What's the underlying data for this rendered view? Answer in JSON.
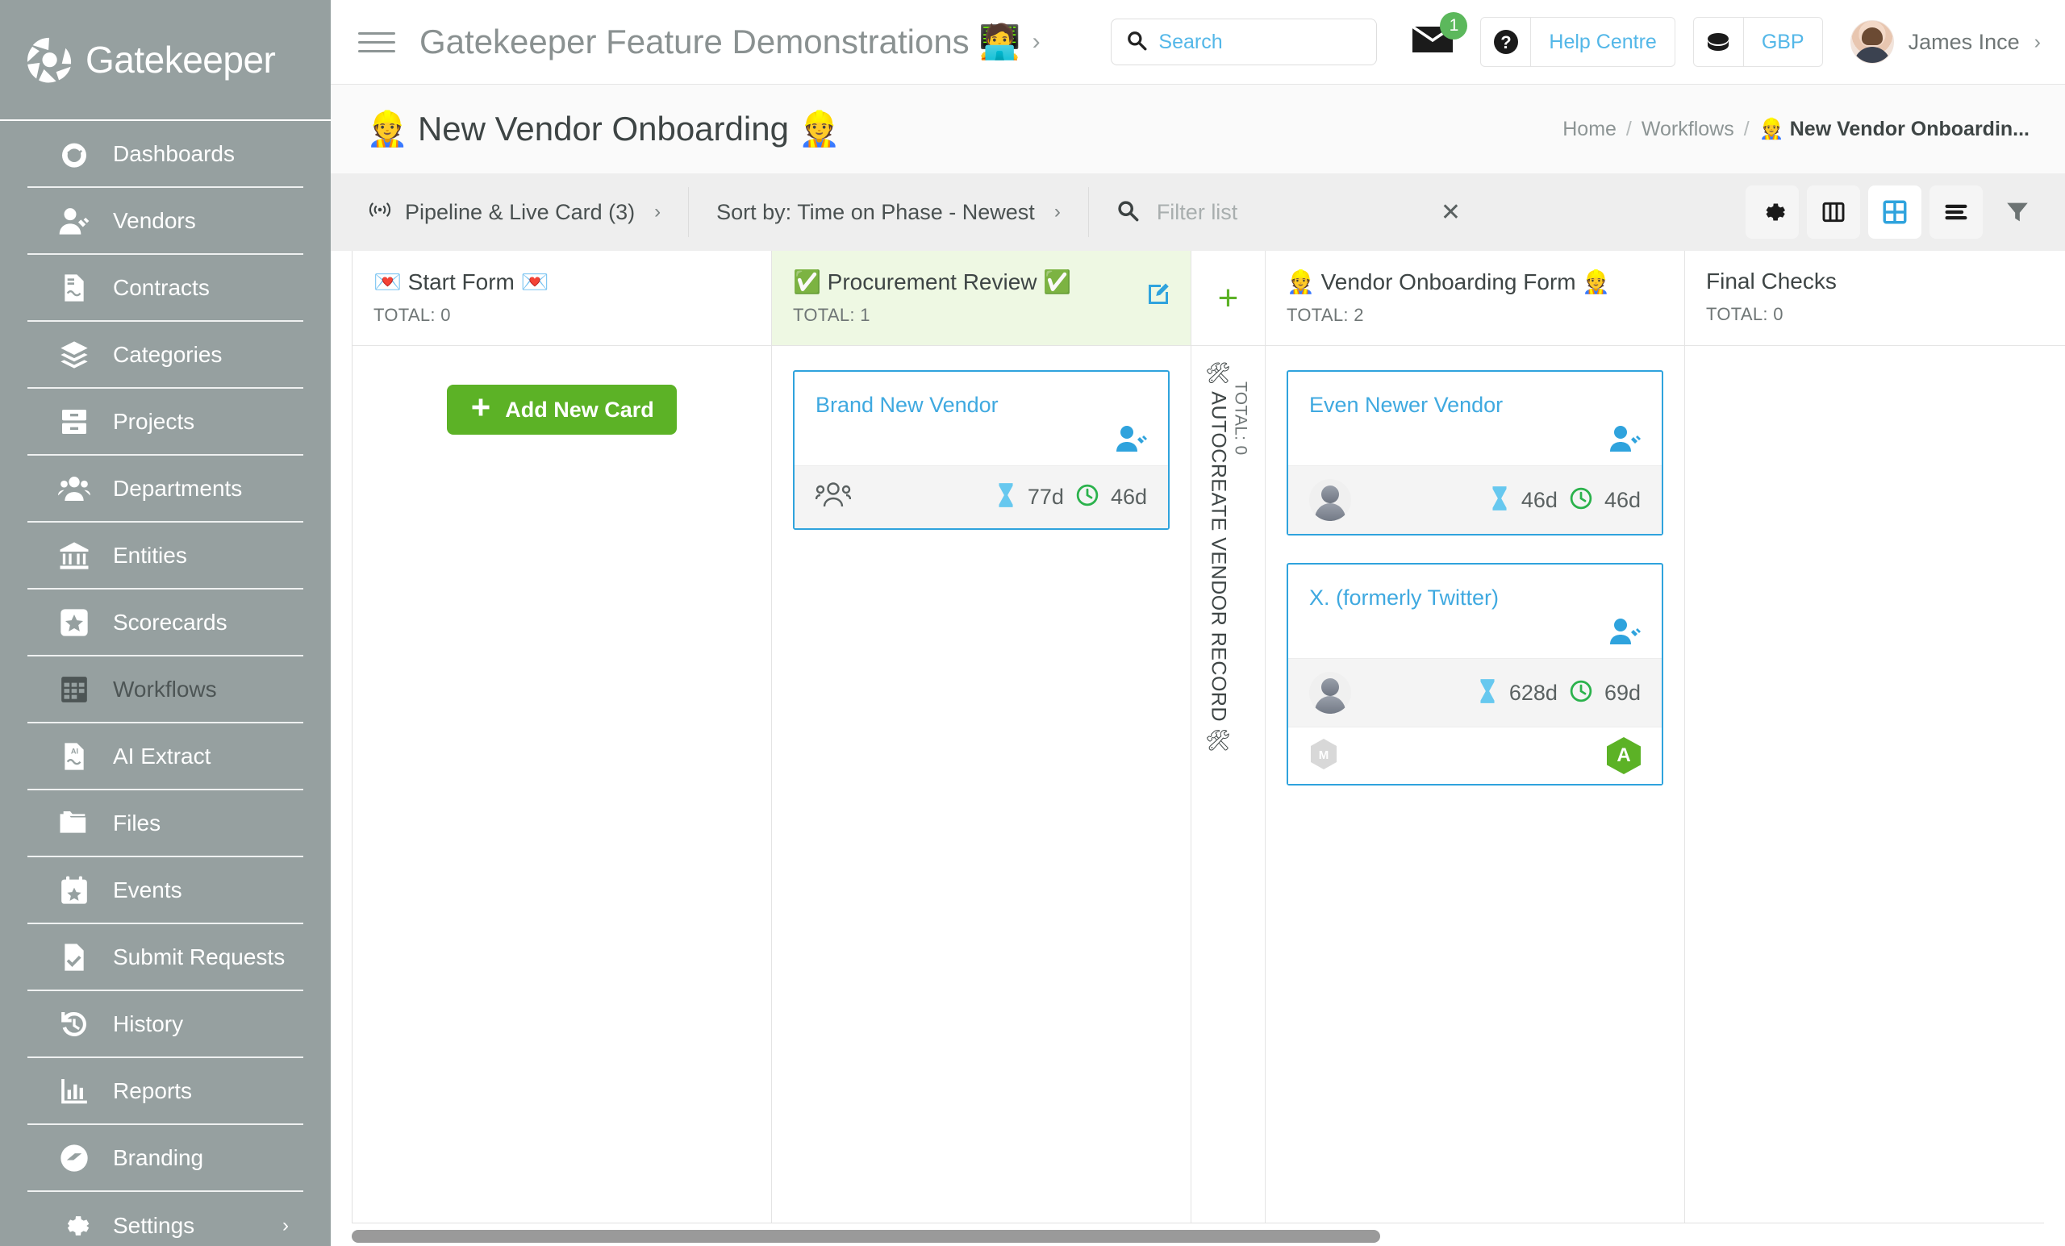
{
  "brand": {
    "name": "Gatekeeper"
  },
  "sidebar": {
    "items": [
      {
        "label": "Dashboards",
        "icon": "gauge-icon",
        "active": false
      },
      {
        "label": "Vendors",
        "icon": "vendor-icon",
        "active": false
      },
      {
        "label": "Contracts",
        "icon": "contract-icon",
        "active": false
      },
      {
        "label": "Categories",
        "icon": "layers-icon",
        "active": false
      },
      {
        "label": "Projects",
        "icon": "archive-icon",
        "active": false
      },
      {
        "label": "Departments",
        "icon": "people-icon",
        "active": false
      },
      {
        "label": "Entities",
        "icon": "bank-icon",
        "active": false
      },
      {
        "label": "Scorecards",
        "icon": "star-icon",
        "active": false
      },
      {
        "label": "Workflows",
        "icon": "grid-table-icon",
        "active": true
      },
      {
        "label": "AI Extract",
        "icon": "ai-document-icon",
        "active": false
      },
      {
        "label": "Files",
        "icon": "folder-icon",
        "active": false
      },
      {
        "label": "Events",
        "icon": "calendar-star-icon",
        "active": false
      },
      {
        "label": "Submit Requests",
        "icon": "document-check-icon",
        "active": false
      },
      {
        "label": "History",
        "icon": "history-clock-icon",
        "active": false
      },
      {
        "label": "Reports",
        "icon": "bar-chart-icon",
        "active": false
      },
      {
        "label": "Branding",
        "icon": "branding-icon",
        "active": false
      },
      {
        "label": "Settings",
        "icon": "gear-icon",
        "active": false
      }
    ]
  },
  "topbar": {
    "menu_icon": "hamburger-icon",
    "title": "Gatekeeper Feature Demonstrations 🧑‍💻",
    "title_chevron": "›",
    "search_placeholder": "Search",
    "search_value": "",
    "search_icon": "search-icon",
    "mail_icon": "envelope-icon",
    "mail_badge": "1",
    "help_icon": "question-mark-icon",
    "help_label": "Help Centre",
    "currency_icon": "coins-icon",
    "currency_label": "GBP",
    "user_name": "James Ince",
    "user_chevron": "›"
  },
  "page": {
    "title": "👷 New Vendor Onboarding 👷",
    "breadcrumb": [
      {
        "label": "Home",
        "current": false
      },
      {
        "label": "Workflows",
        "current": false
      },
      {
        "label": "👷 New Vendor Onboardin...",
        "current": true
      }
    ]
  },
  "toolbar": {
    "pipeline_icon": "broadcast-icon",
    "pipeline_label": "Pipeline & Live Card (3)",
    "sort_label": "Sort by: Time on Phase - Newest",
    "chevron": "›",
    "filter_icon": "search-icon",
    "filter_placeholder": "Filter list",
    "filter_value": "",
    "filter_clear": "✕",
    "view_icons": [
      {
        "name": "gear-icon",
        "active": false
      },
      {
        "name": "columns-view-icon",
        "active": false
      },
      {
        "name": "grid-view-icon",
        "active": true
      },
      {
        "name": "list-view-icon",
        "active": false
      },
      {
        "name": "funnel-filter-icon",
        "active": false
      }
    ],
    "accent_color": "#2fa3dd"
  },
  "board": {
    "add_card_label": "Add New Card",
    "add_phase_label": "+",
    "columns": [
      {
        "title": "💌 Start Form 💌",
        "total_label": "TOTAL: 0",
        "highlight": false,
        "has_edit": false,
        "has_add_button": true,
        "cards": []
      },
      {
        "title": "✅ Procurement Review ✅",
        "total_label": "TOTAL: 1",
        "highlight": true,
        "has_edit": true,
        "edit_icon": "edit-pencil-icon",
        "has_add_button": false,
        "cards": [
          {
            "name": "Brand New Vendor",
            "owner_icon": "vendor-person-icon",
            "assignee_icon": "group-people-icon",
            "hourglass_icon": "hourglass-icon",
            "hourglass_value": "77d",
            "clock_icon": "clock-icon",
            "clock_value": "46d",
            "has_footer": false
          }
        ]
      },
      {
        "title": "👷 Vendor Onboarding Form 👷",
        "total_label": "TOTAL: 2",
        "highlight": false,
        "has_edit": false,
        "has_add_button": false,
        "cards": [
          {
            "name": "Even Newer Vendor",
            "owner_icon": "vendor-person-icon",
            "assignee_icon": "avatar-placeholder-icon",
            "hourglass_icon": "hourglass-icon",
            "hourglass_value": "46d",
            "clock_icon": "clock-icon",
            "clock_value": "46d",
            "has_footer": false
          },
          {
            "name": "X. (formerly Twitter)",
            "owner_icon": "vendor-person-icon",
            "assignee_icon": "avatar-placeholder-icon",
            "hourglass_icon": "hourglass-icon",
            "hourglass_value": "628d",
            "clock_icon": "clock-icon",
            "clock_value": "69d",
            "has_footer": true,
            "footer_icon": "cube-m-icon",
            "footer_badge": "A",
            "footer_badge_color": "#5cb226"
          }
        ]
      },
      {
        "title": "Final Checks",
        "total_label": "TOTAL: 0",
        "highlight": false,
        "has_edit": false,
        "has_add_button": false,
        "cards": []
      }
    ],
    "auto_phase": {
      "label": "🛠 AUTOCREATE VENDOR RECORD 🛠",
      "total_label": "TOTAL: 0"
    }
  }
}
